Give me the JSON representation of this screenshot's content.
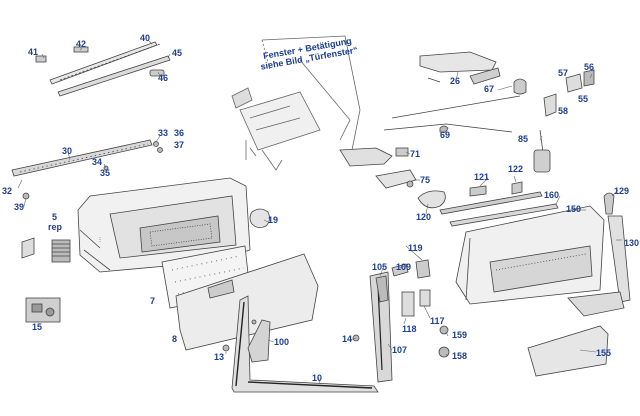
{
  "note": {
    "line1": "Fenster + Betätigung",
    "line2": "siehe Bild „Türfenster“"
  },
  "callouts": {
    "c41": "41",
    "c42": "42",
    "c40": "40",
    "c45": "45",
    "c46": "46",
    "c30": "30",
    "c33": "33",
    "c36": "36",
    "c37": "37",
    "c34": "34",
    "c35": "35",
    "c32": "32",
    "c39": "39",
    "c5": "5",
    "rep": "rep",
    "c15": "15",
    "c7": "7",
    "c8": "8",
    "c19": "19",
    "c13": "13",
    "c100": "100",
    "c10": "10",
    "c26": "26",
    "c67": "67",
    "c57": "57",
    "c56": "56",
    "c55": "55",
    "c58": "58",
    "c69": "69",
    "c85": "85",
    "c71": "71",
    "c75": "75",
    "c120": "120",
    "c121": "121",
    "c122": "122",
    "c160": "160",
    "c150": "150",
    "c129": "129",
    "c130": "130",
    "c119": "119",
    "c105": "105",
    "c109": "109",
    "c118": "118",
    "c117": "117",
    "c159": "159",
    "c158": "158",
    "c14": "14",
    "c107": "107",
    "c155": "155"
  }
}
